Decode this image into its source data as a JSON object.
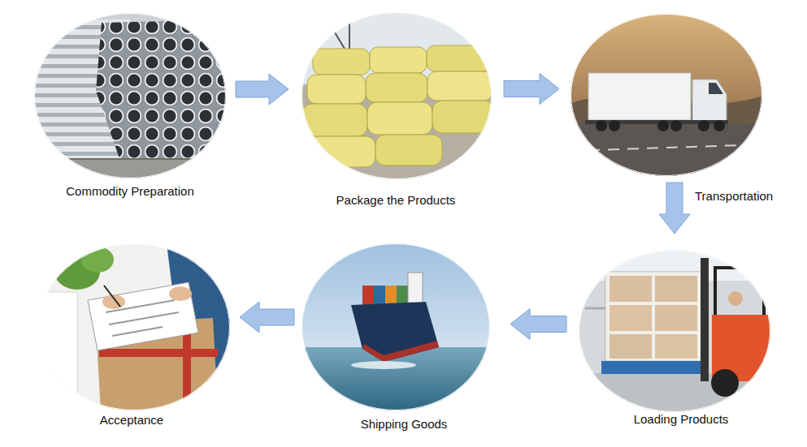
{
  "diagram": {
    "nodes": [
      {
        "text": [
          "Commodity Preparation"
        ]
      },
      {
        "text": [
          "Package the Products"
        ]
      },
      {
        "text": [
          "Transportation"
        ]
      },
      {
        "text": [
          "Loading Products"
        ]
      },
      {
        "text": [
          "Shipping Goods"
        ]
      },
      {
        "text": [
          "Acceptance"
        ]
      }
    ],
    "edges": [
      {
        "from": 0,
        "to": 1,
        "arrow": "to"
      },
      {
        "from": 1,
        "to": 2,
        "arrow": "to"
      },
      {
        "from": 2,
        "to": 3,
        "arrow": "to"
      },
      {
        "from": 3,
        "to": 4,
        "arrow": "to"
      },
      {
        "from": 4,
        "to": 5,
        "arrow": "to"
      }
    ]
  }
}
